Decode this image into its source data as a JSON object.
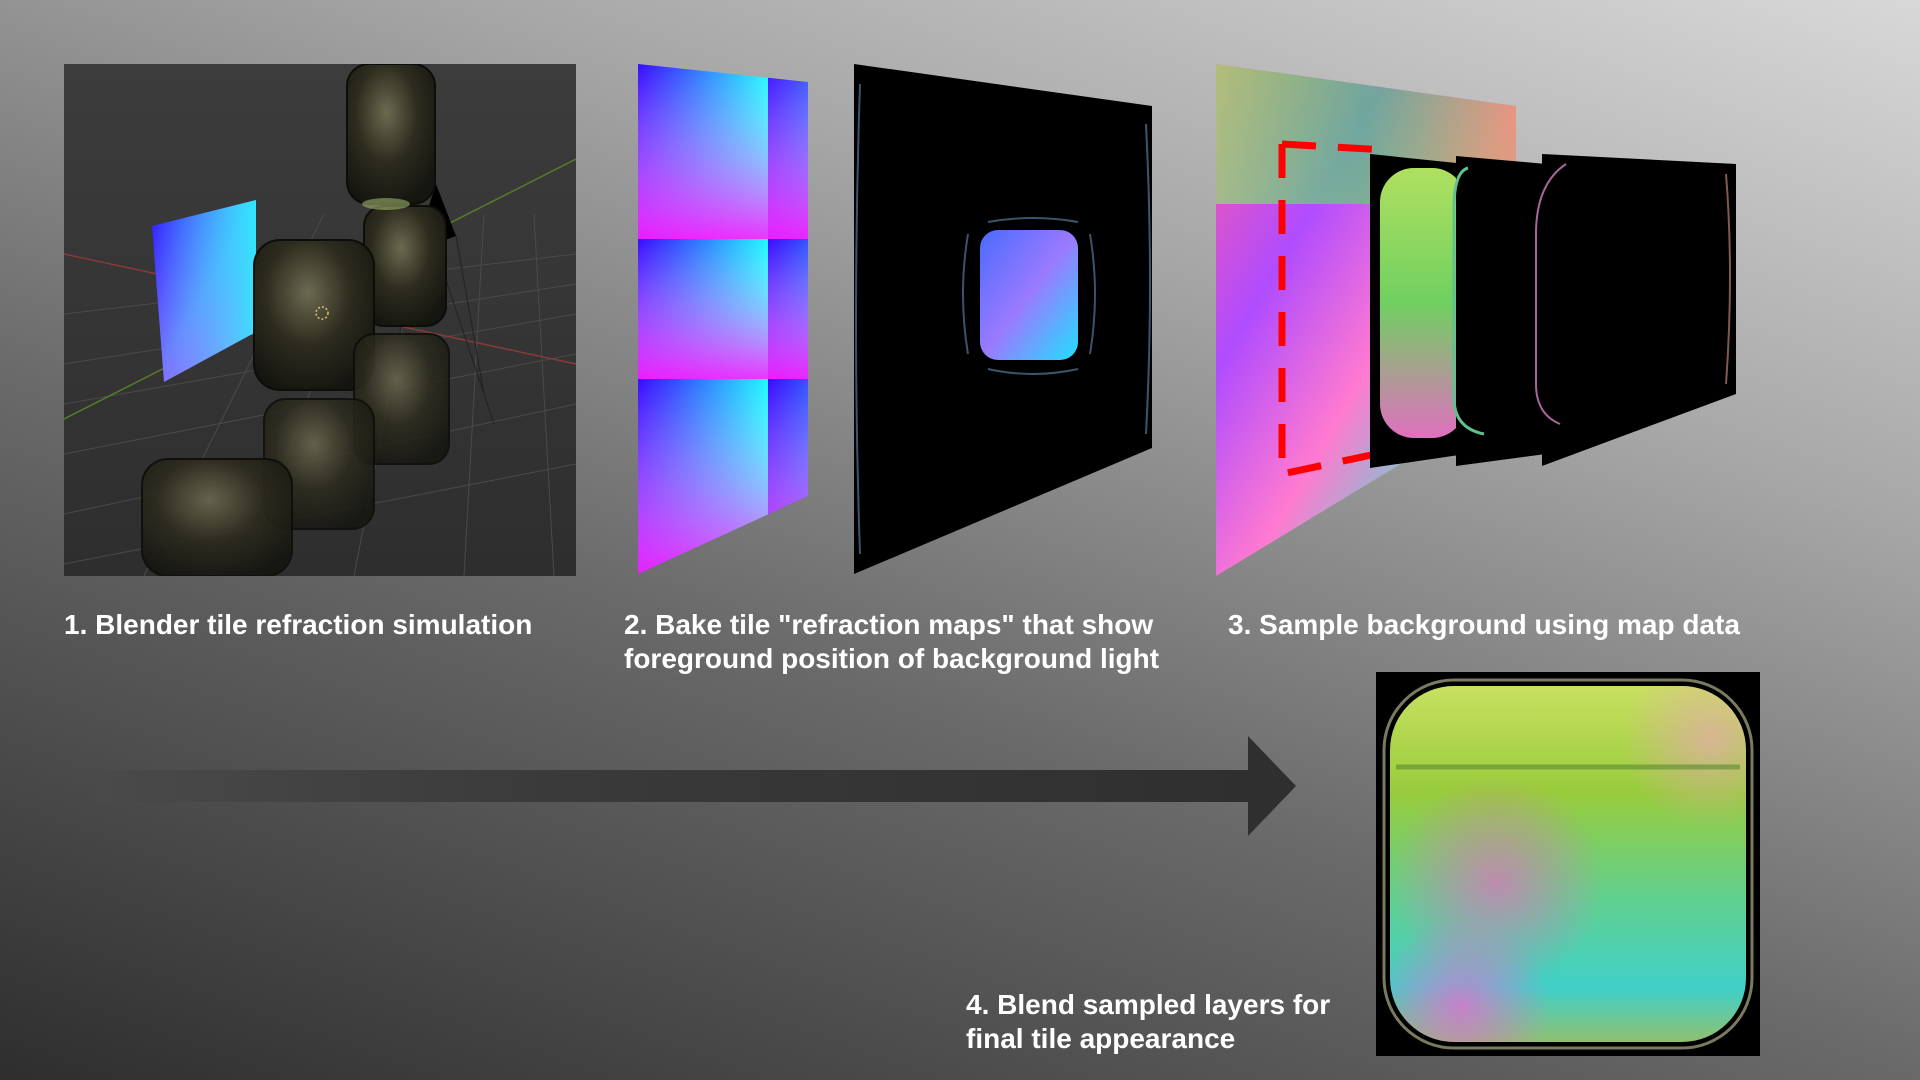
{
  "steps": [
    {
      "number": "1.",
      "label": "Blender tile refraction simulation"
    },
    {
      "number": "2.",
      "label": "Bake tile \"refraction maps\" that show",
      "label_line2": "foreground position of background light"
    },
    {
      "number": "3.",
      "label": "Sample background using map data"
    },
    {
      "number": "4.",
      "label": "Blend sampled layers for",
      "label_line2": "final tile appearance"
    }
  ],
  "colors": {
    "caption_text": "#ffffff",
    "arrow": "#2f2f2f",
    "dashed_outline": "#ff0000",
    "baked_map_background": "#000000"
  },
  "icons": [
    "blender-viewport-render",
    "refraction-map-plane",
    "sampled-background-plane",
    "flow-arrow-icon"
  ]
}
